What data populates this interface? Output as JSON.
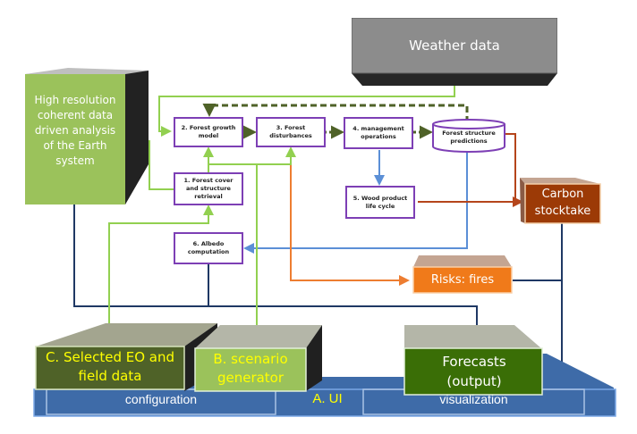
{
  "external": {
    "weather": "Weather data",
    "earth_system": "High resolution coherent data driven analysis of the Earth system"
  },
  "processes": {
    "p1": "1. Forest cover and structure retrieval",
    "p2": "2. Forest growth model",
    "p3": "3. Forest disturbances",
    "p4": "4.  management operations",
    "p5": "5. Wood product life cycle",
    "p6": "6. Albedo computation",
    "predictions": "Forest structure predictions"
  },
  "outputs": {
    "carbon": "Carbon stocktake",
    "risks": "Risks: fires",
    "forecasts": "Forecasts (output)"
  },
  "ui": {
    "eo_data": "C. Selected EO and field data",
    "scenario": "B. scenario generator",
    "ui_label": "A. UI",
    "configuration": "configuration",
    "visualization": "visualization"
  },
  "colors": {
    "process_border": "#7d3fb5",
    "green_line": "#92d050",
    "dashed_feedback": "#4f6228",
    "blue_line": "#5b8fd6",
    "navy_line": "#1f3864",
    "orange_line": "#ed7d31",
    "brown_line": "#b5451b",
    "ui_platform": "#3c6aa6",
    "ui_text": "#ffff00"
  }
}
